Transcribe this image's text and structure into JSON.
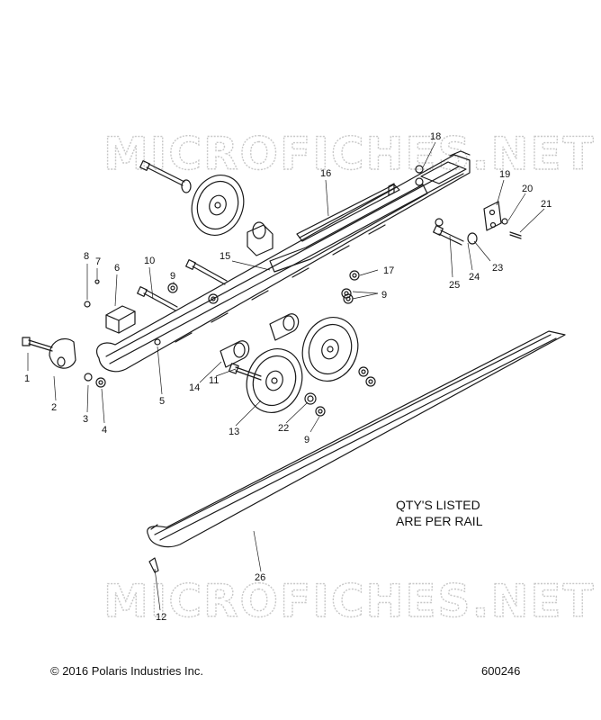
{
  "watermark": "MICROFICHES.NET",
  "note": {
    "line1": "QTY'S LISTED",
    "line2": "ARE PER RAIL"
  },
  "footer": {
    "copyright": "© 2016 Polaris Industries Inc.",
    "drawing_number": "600246"
  },
  "callouts": {
    "c1": "1",
    "c2": "2",
    "c3": "3",
    "c4": "4",
    "c5": "5",
    "c6": "6",
    "c7": "7",
    "c8": "8",
    "c9a": "9",
    "c9b": "9",
    "c9c": "9",
    "c10": "10",
    "c11": "11",
    "c12": "12",
    "c13": "13",
    "c14": "14",
    "c15": "15",
    "c16": "16",
    "c17": "17",
    "c18": "18",
    "c19": "19",
    "c20": "20",
    "c21": "21",
    "c22": "22",
    "c23": "23",
    "c24": "24",
    "c25": "25",
    "c26": "26"
  },
  "colors": {
    "line": "#1a1a1a",
    "watermark": "#c8c8c8",
    "background": "#ffffff"
  }
}
